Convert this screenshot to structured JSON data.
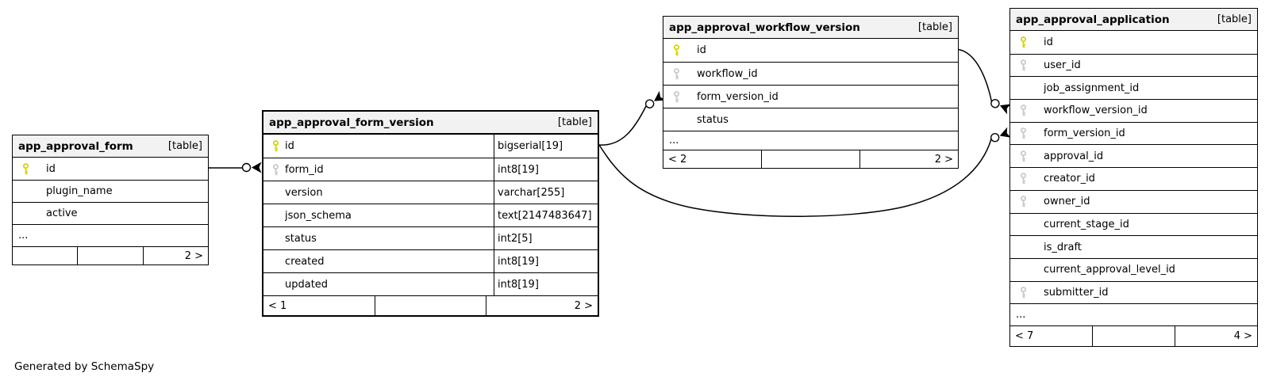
{
  "diagram": {
    "credit": "Generated by SchemaSpy",
    "colors": {
      "header_bg": "#f2f2f2",
      "border": "#000000",
      "pk_key": "#d4d400",
      "fk_key": "#c9c9c9",
      "background": "#ffffff"
    }
  },
  "tables": [
    {
      "id": "app_approval_form",
      "name": "app_approval_form",
      "badge": "[table]",
      "focal": false,
      "columns": [
        {
          "name": "id",
          "key": "pk"
        },
        {
          "name": "plugin_name",
          "key": null
        },
        {
          "name": "active",
          "key": null
        }
      ],
      "more_label": "...",
      "footer": [
        "",
        "",
        "2 >"
      ]
    },
    {
      "id": "app_approval_form_version",
      "name": "app_approval_form_version",
      "badge": "[table]",
      "focal": true,
      "columns": [
        {
          "name": "id",
          "key": "pk",
          "type": "bigserial[19]"
        },
        {
          "name": "form_id",
          "key": "fk",
          "type": "int8[19]"
        },
        {
          "name": "version",
          "key": null,
          "type": "varchar[255]"
        },
        {
          "name": "json_schema",
          "key": null,
          "type": "text[2147483647]"
        },
        {
          "name": "status",
          "key": null,
          "type": "int2[5]"
        },
        {
          "name": "created",
          "key": null,
          "type": "int8[19]"
        },
        {
          "name": "updated",
          "key": null,
          "type": "int8[19]"
        }
      ],
      "more_label": null,
      "footer": [
        "< 1",
        "",
        "2 >"
      ]
    },
    {
      "id": "app_approval_workflow_version",
      "name": "app_approval_workflow_version",
      "badge": "[table]",
      "focal": false,
      "columns": [
        {
          "name": "id",
          "key": "pk"
        },
        {
          "name": "workflow_id",
          "key": "fk"
        },
        {
          "name": "form_version_id",
          "key": "fk"
        },
        {
          "name": "status",
          "key": null
        }
      ],
      "more_label": "...",
      "footer": [
        "< 2",
        "",
        "2 >"
      ]
    },
    {
      "id": "app_approval_application",
      "name": "app_approval_application",
      "badge": "[table]",
      "focal": false,
      "columns": [
        {
          "name": "id",
          "key": "pk"
        },
        {
          "name": "user_id",
          "key": "fk"
        },
        {
          "name": "job_assignment_id",
          "key": null
        },
        {
          "name": "workflow_version_id",
          "key": "fk"
        },
        {
          "name": "form_version_id",
          "key": "fk"
        },
        {
          "name": "approval_id",
          "key": "fk"
        },
        {
          "name": "creator_id",
          "key": "fk"
        },
        {
          "name": "owner_id",
          "key": "fk"
        },
        {
          "name": "current_stage_id",
          "key": null
        },
        {
          "name": "is_draft",
          "key": null
        },
        {
          "name": "current_approval_level_id",
          "key": null
        },
        {
          "name": "submitter_id",
          "key": "fk"
        }
      ],
      "more_label": "...",
      "footer": [
        "< 7",
        "",
        "4 >"
      ]
    }
  ],
  "relationships": [
    {
      "from": "app_approval_form.id",
      "to": "app_approval_form_version.form_id"
    },
    {
      "from": "app_approval_form_version.id",
      "to": "app_approval_workflow_version.form_version_id"
    },
    {
      "from": "app_approval_form_version.id",
      "to": "app_approval_application.form_version_id"
    },
    {
      "from": "app_approval_workflow_version.id",
      "to": "app_approval_application.workflow_version_id"
    }
  ]
}
